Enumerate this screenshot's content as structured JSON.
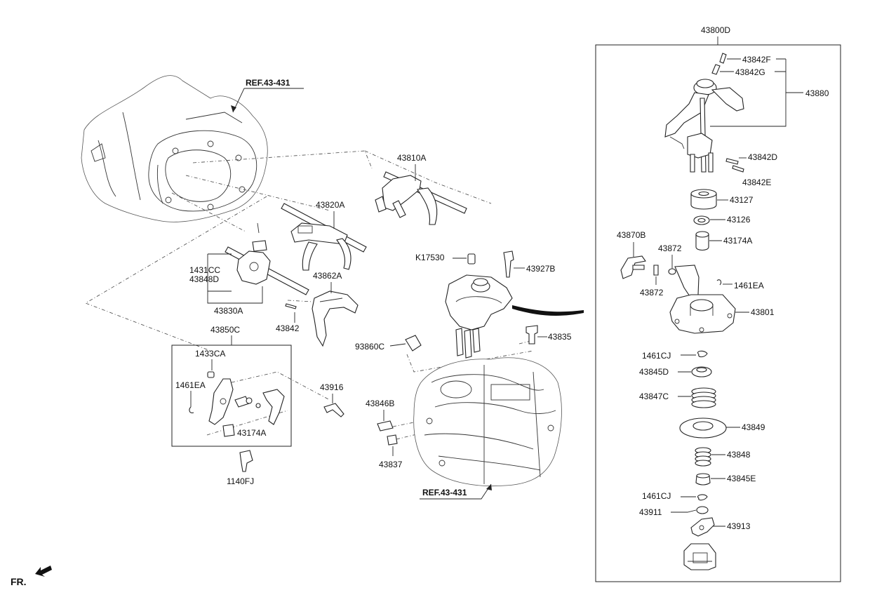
{
  "labels": {
    "p43800D": "43800D",
    "p43842F": "43842F",
    "p43842G": "43842G",
    "p43880": "43880",
    "p43842D": "43842D",
    "p43842E": "43842E",
    "p43127": "43127",
    "p43126": "43126",
    "p43870B": "43870B",
    "p43872a": "43872",
    "p43872b": "43872",
    "p43174A_r": "43174A",
    "p1461EA_r": "1461EA",
    "p43801": "43801",
    "p1461CJ_a": "1461CJ",
    "p43845D": "43845D",
    "p43847C": "43847C",
    "p43849": "43849",
    "p43848": "43848",
    "p43845E": "43845E",
    "p1461CJ_b": "1461CJ",
    "p43911": "43911",
    "p43913": "43913",
    "ref_top": "REF.43-431",
    "ref_bottom": "REF.43-431",
    "p43810A": "43810A",
    "p43820A": "43820A",
    "p1431CC": "1431CC",
    "p43848D": "43848D",
    "p43830A": "43830A",
    "p43862A": "43862A",
    "p43842": "43842",
    "p43850C": "43850C",
    "p1433CA": "1433CA",
    "p1461EA_l": "1461EA",
    "p43174A_l": "43174A",
    "p43916": "43916",
    "p1140FJ": "1140FJ",
    "pK17530": "K17530",
    "p43927B": "43927B",
    "p93860C": "93860C",
    "p43835": "43835",
    "p43846B": "43846B",
    "p43837": "43837",
    "fr": "FR."
  },
  "icons": {
    "front_arrow": "front-arrow-icon"
  }
}
